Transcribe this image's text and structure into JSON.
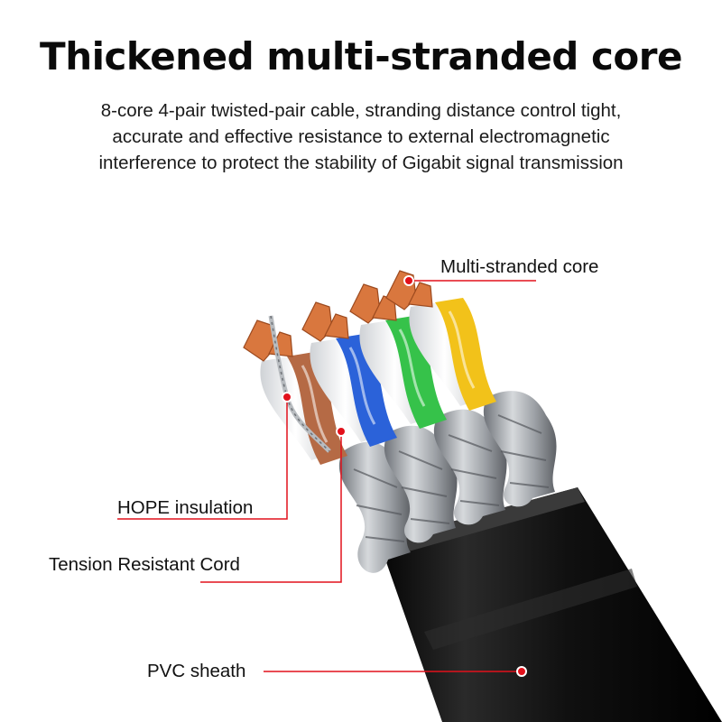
{
  "header": {
    "title": "Thickened multi-stranded core",
    "subtitle_lines": [
      "8-core 4-pair twisted-pair cable, stranding distance control tight,",
      "accurate and effective resistance to external electromagnetic",
      "interference to protect the stability of Gigabit signal transmission"
    ]
  },
  "callouts": {
    "core": "Multi-stranded core",
    "hope": "HOPE insulation",
    "cord": "Tension Resistant Cord",
    "pvc": "PVC sheath"
  },
  "colors": {
    "leader": "#e2111b",
    "wire_brown": "#b56a45",
    "wire_blue": "#2b62d9",
    "wire_green": "#36c24a",
    "wire_yellow": "#f2c21a",
    "copper": "#d9773e",
    "shield": "#9a9ea4",
    "sheath": "#141414"
  }
}
